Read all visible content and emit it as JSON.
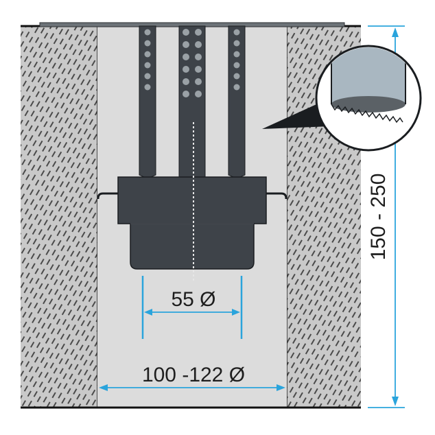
{
  "labels": {
    "inner_diameter": "55 Ø",
    "hole_diameter": "100 -122 Ø",
    "depth_range": "150 - 250"
  },
  "icons": {
    "inset_detail": "hole-saw-detail-icon"
  },
  "colors": {
    "wall": "#c9c9c9",
    "hatch": "#333333",
    "hole": "#dcdcdc",
    "part": "#3e4349",
    "part_edge": "#1a1d20",
    "dimension_line": "#2aa4dc",
    "text": "#1e1e1e",
    "inset_fill": "#a9b7c1"
  }
}
